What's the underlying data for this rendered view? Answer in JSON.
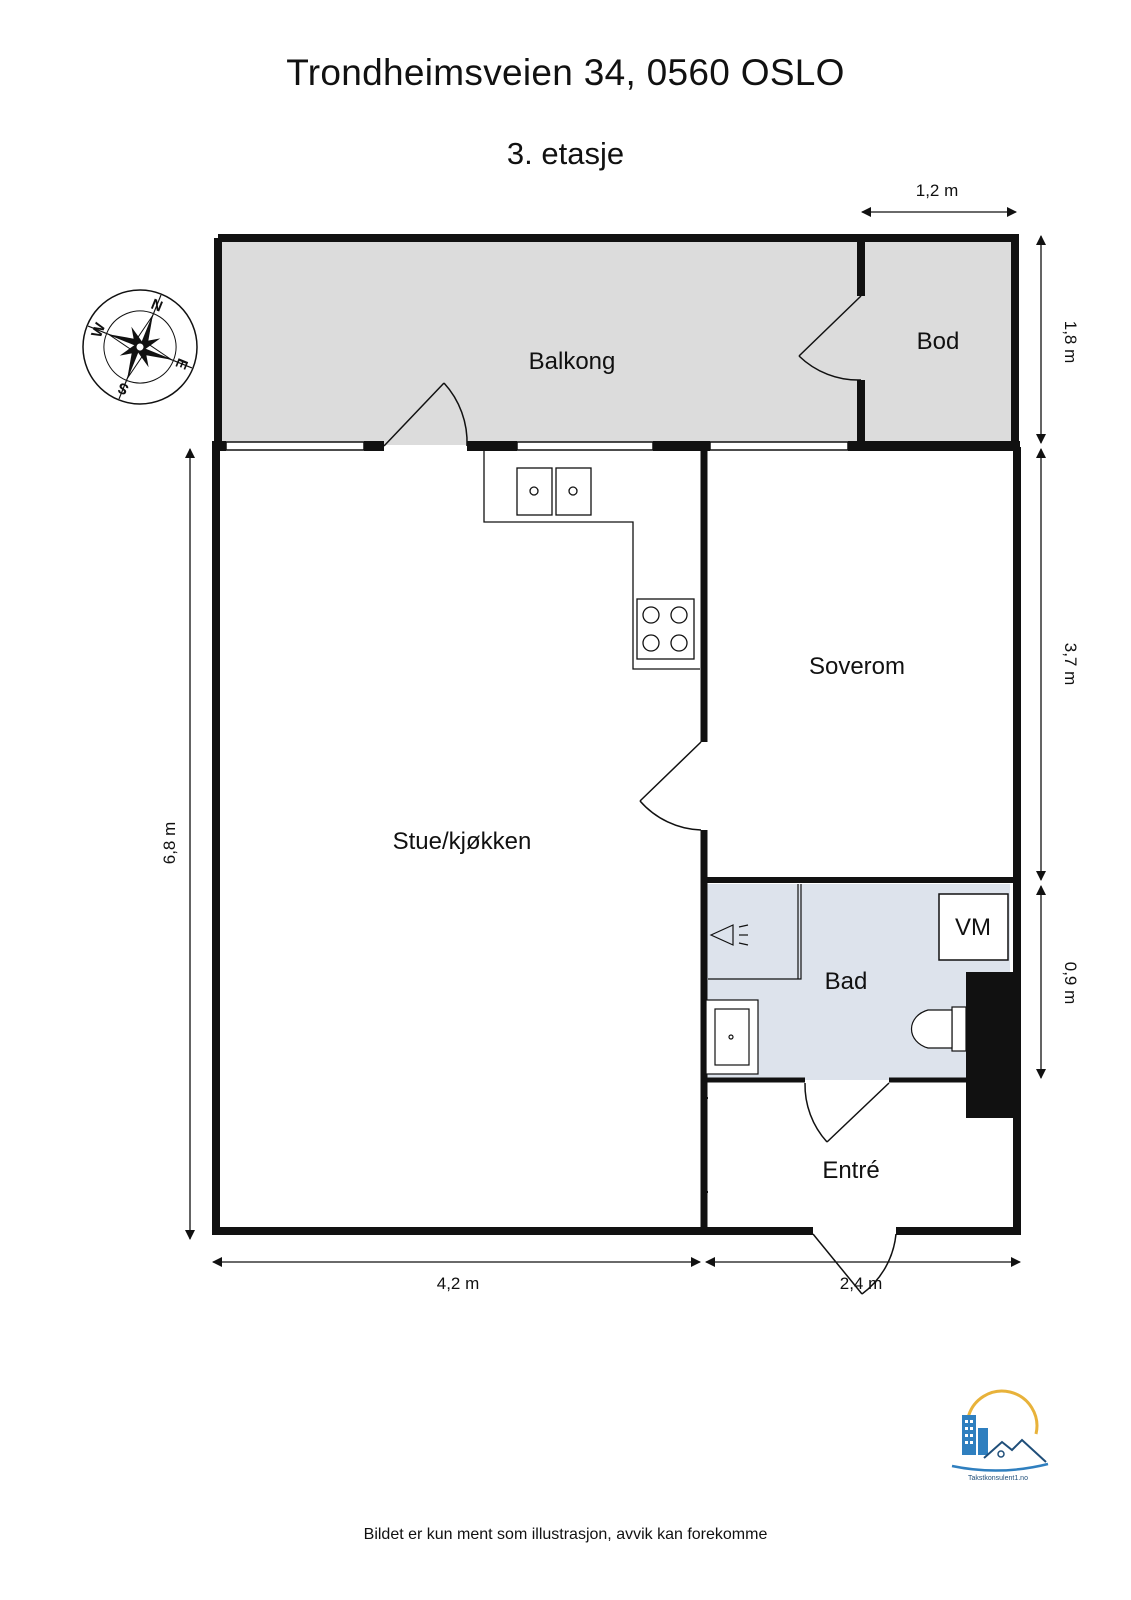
{
  "header": {
    "title": "Trondheimsveien 34, 0560 OSLO",
    "subtitle": "3. etasje"
  },
  "rooms": {
    "balkong": "Balkong",
    "bod": "Bod",
    "soverom": "Soverom",
    "stue_kjokken": "Stue/kjøkken",
    "bad": "Bad",
    "entre": "Entré",
    "vm": "VM"
  },
  "dimensions": {
    "bod_width": "1,2 m",
    "balcony_depth": "1,8 m",
    "bedroom_depth": "3,7 m",
    "bath_depth": "0,9 m",
    "total_depth": "6,8 m",
    "living_width": "4,2 m",
    "entry_width": "2,4 m"
  },
  "compass": {
    "n": "N",
    "e": "E",
    "s": "S",
    "w": "W"
  },
  "logo": {
    "text": "Takstkonsulent1.no"
  },
  "footer": {
    "disclaimer": "Bildet er kun ment som illustrasjon, avvik kan forekomme"
  },
  "colors": {
    "wall": "#111111",
    "balcony_fill": "#dcdcdc",
    "bath_fill": "#dde3ec"
  }
}
